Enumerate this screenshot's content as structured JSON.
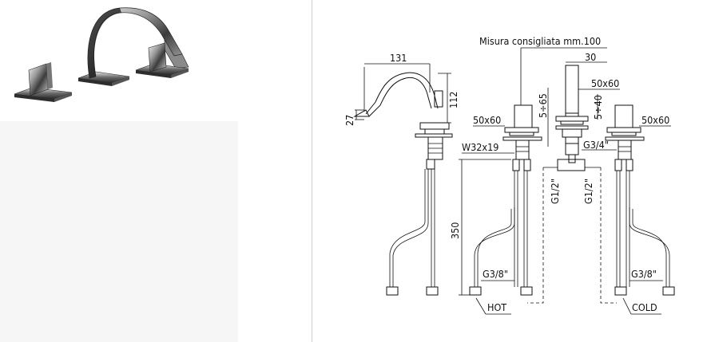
{
  "product_photo": {
    "alt": "Three-hole basin mixer with square handles and arched spout"
  },
  "drawing": {
    "labels": {
      "recommended_spacing": "Misura consigliata mm.100",
      "dim_30": "30",
      "dim_131": "131",
      "dim_112": "112",
      "dim_27": "27",
      "dim_50x60_top": "50x60",
      "dim_50x60_left": "50x60",
      "dim_50x60_right": "50x60",
      "dim_5_65": "5÷65",
      "dim_5_40": "5÷40",
      "w32x19": "W32x19",
      "g3_4": "G3/4\"",
      "g1_2_a": "G1/2\"",
      "g1_2_b": "G1/2\"",
      "dim_350": "350",
      "g3_8_left": "G3/8\"",
      "g3_8_right": "G3/8\"",
      "hot": "HOT",
      "cold": "COLD"
    }
  }
}
